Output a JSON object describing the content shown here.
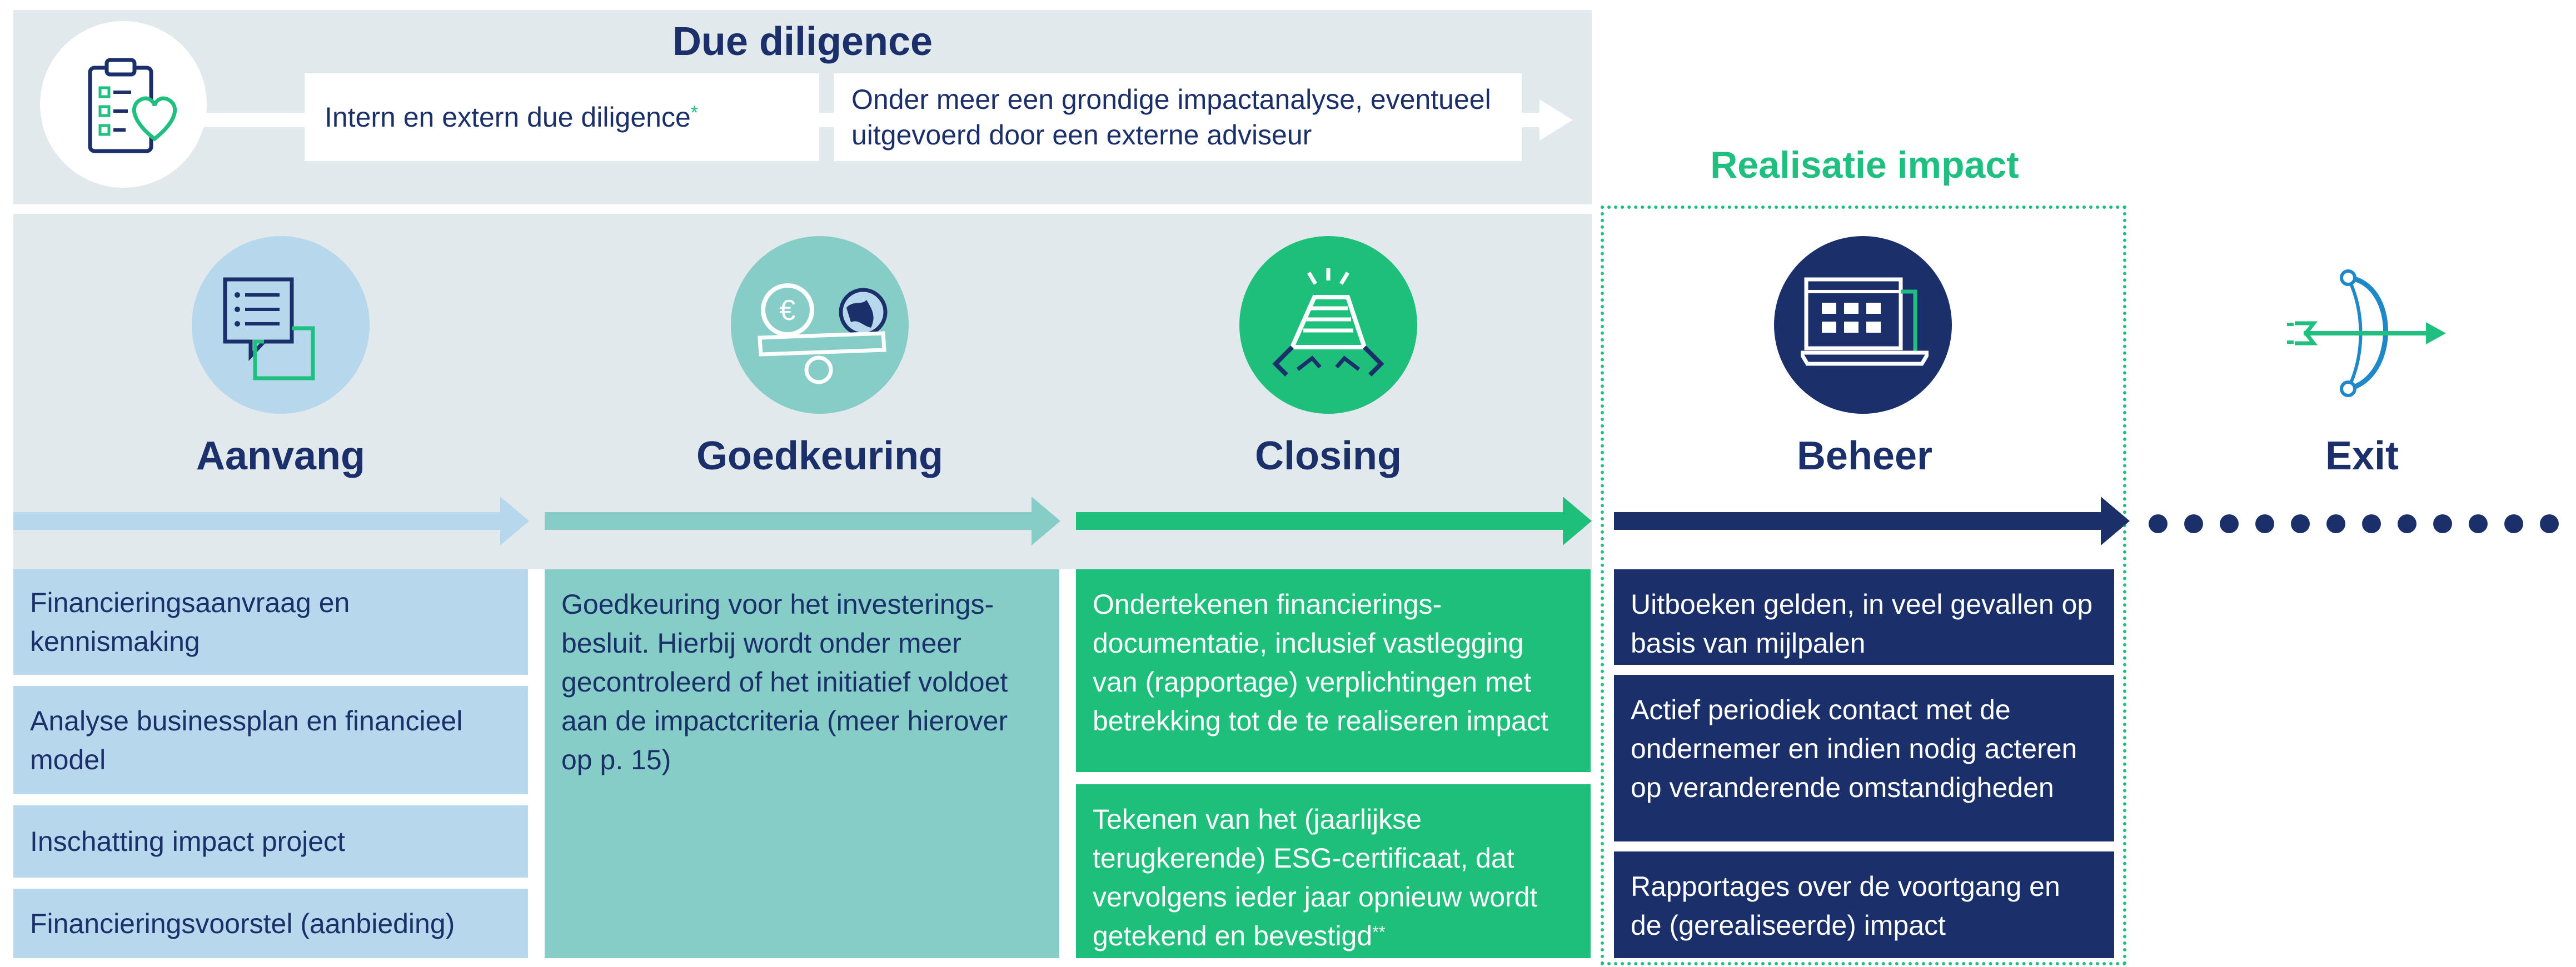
{
  "due_diligence": {
    "title": "Due diligence",
    "internal": "Intern en extern due diligence",
    "internal_mark": "*",
    "analysis": "Onder meer een grondige impactanalyse, eventueel uitgevoerd door een externe adviseur"
  },
  "realisatie": {
    "title": "Realisatie impact"
  },
  "stages": [
    {
      "name": "Aanvang",
      "icon": "chat-form-icon",
      "color": "#b6d7ec"
    },
    {
      "name": "Goedkeuring",
      "icon": "balance-coin-globe-icon",
      "color": "#86cdc7"
    },
    {
      "name": "Closing",
      "icon": "handshake-icon",
      "color": "#1dbf7a"
    },
    {
      "name": "Beheer",
      "icon": "laptop-dashboard-icon",
      "color": "#1b2f6b"
    },
    {
      "name": "Exit",
      "icon": "bow-arrow-icon",
      "color": "#1fbf7f"
    }
  ],
  "aanvang_items": [
    "Financieringsaanvraag en kennismaking",
    "Analyse businessplan en financieel model",
    "Inschatting impact project",
    "Financieringsvoorstel (aanbieding)"
  ],
  "goedkeuring_text": "Goedkeuring voor het investerings-besluit. Hierbij wordt onder meer gecontroleerd of het initiatief voldoet aan de impactcriteria (meer hierover op p. 15)",
  "closing_items": [
    "Ondertekenen financierings-documentatie, inclusief vastlegging van (rapportage) verplichtingen met betrekking tot de te realiseren impact",
    "Tekenen van het (jaarlijkse terugkerende) ESG-certificaat, dat vervolgens ieder jaar opnieuw wordt getekend en bevestigd"
  ],
  "closing_mark": "**",
  "beheer_items": [
    "Uitboeken gelden, in veel gevallen op basis van mijlpalen",
    "Actief periodiek contact met de ondernemer en indien nodig acteren op veranderende omstandigheden",
    "Rapportages over de voortgang en de (gerealiseerde) impact"
  ],
  "colors": {
    "navy": "#1b2f6b",
    "green": "#1dbf7a",
    "teal": "#86cdc7",
    "light_blue": "#b6d7ec",
    "band": "#e1e9ec"
  }
}
